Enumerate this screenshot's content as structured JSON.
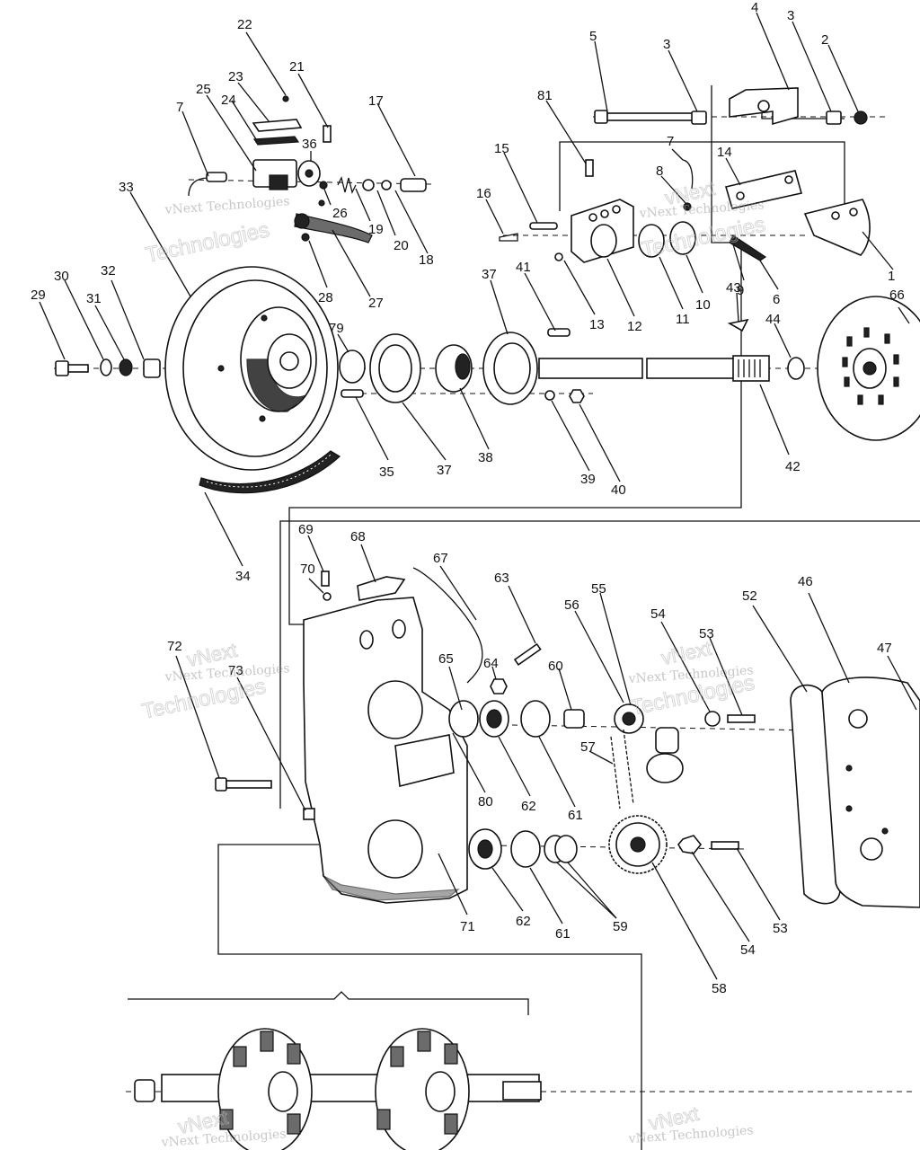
{
  "watermark": {
    "line1": "vNext Technologies",
    "outline": "Technologies",
    "outline_top": "vNext"
  },
  "callouts": [
    {
      "id": "c22",
      "text": "22"
    },
    {
      "id": "c21",
      "text": "21"
    },
    {
      "id": "c23",
      "text": "23"
    },
    {
      "id": "c24",
      "text": "24"
    },
    {
      "id": "c25",
      "text": "25"
    },
    {
      "id": "c7a",
      "text": "7"
    },
    {
      "id": "c17",
      "text": "17"
    },
    {
      "id": "c36",
      "text": "36"
    },
    {
      "id": "c26",
      "text": "26"
    },
    {
      "id": "c19",
      "text": "19"
    },
    {
      "id": "c20",
      "text": "20"
    },
    {
      "id": "c18",
      "text": "18"
    },
    {
      "id": "c27",
      "text": "27"
    },
    {
      "id": "c28",
      "text": "28"
    },
    {
      "id": "c33",
      "text": "33"
    },
    {
      "id": "c30",
      "text": "30"
    },
    {
      "id": "c32",
      "text": "32"
    },
    {
      "id": "c29",
      "text": "29"
    },
    {
      "id": "c31",
      "text": "31"
    },
    {
      "id": "c79",
      "text": "79"
    },
    {
      "id": "c35",
      "text": "35"
    },
    {
      "id": "c37a",
      "text": "37"
    },
    {
      "id": "c37b",
      "text": "37"
    },
    {
      "id": "c38",
      "text": "38"
    },
    {
      "id": "c39",
      "text": "39"
    },
    {
      "id": "c40",
      "text": "40"
    },
    {
      "id": "c34",
      "text": "34"
    },
    {
      "id": "c5",
      "text": "5"
    },
    {
      "id": "c3a",
      "text": "3"
    },
    {
      "id": "c4",
      "text": "4"
    },
    {
      "id": "c3b",
      "text": "3"
    },
    {
      "id": "c2",
      "text": "2"
    },
    {
      "id": "c81",
      "text": "81"
    },
    {
      "id": "c7b",
      "text": "7"
    },
    {
      "id": "c8",
      "text": "8"
    },
    {
      "id": "c14",
      "text": "14"
    },
    {
      "id": "c15",
      "text": "15"
    },
    {
      "id": "c16",
      "text": "16"
    },
    {
      "id": "c41",
      "text": "41"
    },
    {
      "id": "c13",
      "text": "13"
    },
    {
      "id": "c12",
      "text": "12"
    },
    {
      "id": "c11",
      "text": "11"
    },
    {
      "id": "c10",
      "text": "10"
    },
    {
      "id": "c9",
      "text": "9"
    },
    {
      "id": "c6",
      "text": "6"
    },
    {
      "id": "c1",
      "text": "1"
    },
    {
      "id": "c43",
      "text": "43"
    },
    {
      "id": "c44",
      "text": "44"
    },
    {
      "id": "c66",
      "text": "66"
    },
    {
      "id": "c42",
      "text": "42"
    },
    {
      "id": "c69",
      "text": "69"
    },
    {
      "id": "c68",
      "text": "68"
    },
    {
      "id": "c70",
      "text": "70"
    },
    {
      "id": "c67",
      "text": "67"
    },
    {
      "id": "c63",
      "text": "63"
    },
    {
      "id": "c55",
      "text": "55"
    },
    {
      "id": "c56",
      "text": "56"
    },
    {
      "id": "c54a",
      "text": "54"
    },
    {
      "id": "c53a",
      "text": "53"
    },
    {
      "id": "c52",
      "text": "52"
    },
    {
      "id": "c46",
      "text": "46"
    },
    {
      "id": "c47",
      "text": "47"
    },
    {
      "id": "c72",
      "text": "72"
    },
    {
      "id": "c73",
      "text": "73"
    },
    {
      "id": "c65",
      "text": "65"
    },
    {
      "id": "c64",
      "text": "64"
    },
    {
      "id": "c60",
      "text": "60"
    },
    {
      "id": "c57",
      "text": "57"
    },
    {
      "id": "c80",
      "text": "80"
    },
    {
      "id": "c62a",
      "text": "62"
    },
    {
      "id": "c61a",
      "text": "61"
    },
    {
      "id": "c71",
      "text": "71"
    },
    {
      "id": "c62b",
      "text": "62"
    },
    {
      "id": "c61b",
      "text": "61"
    },
    {
      "id": "c59",
      "text": "59"
    },
    {
      "id": "c58",
      "text": "58"
    },
    {
      "id": "c54b",
      "text": "54"
    },
    {
      "id": "c53b",
      "text": "53"
    }
  ]
}
